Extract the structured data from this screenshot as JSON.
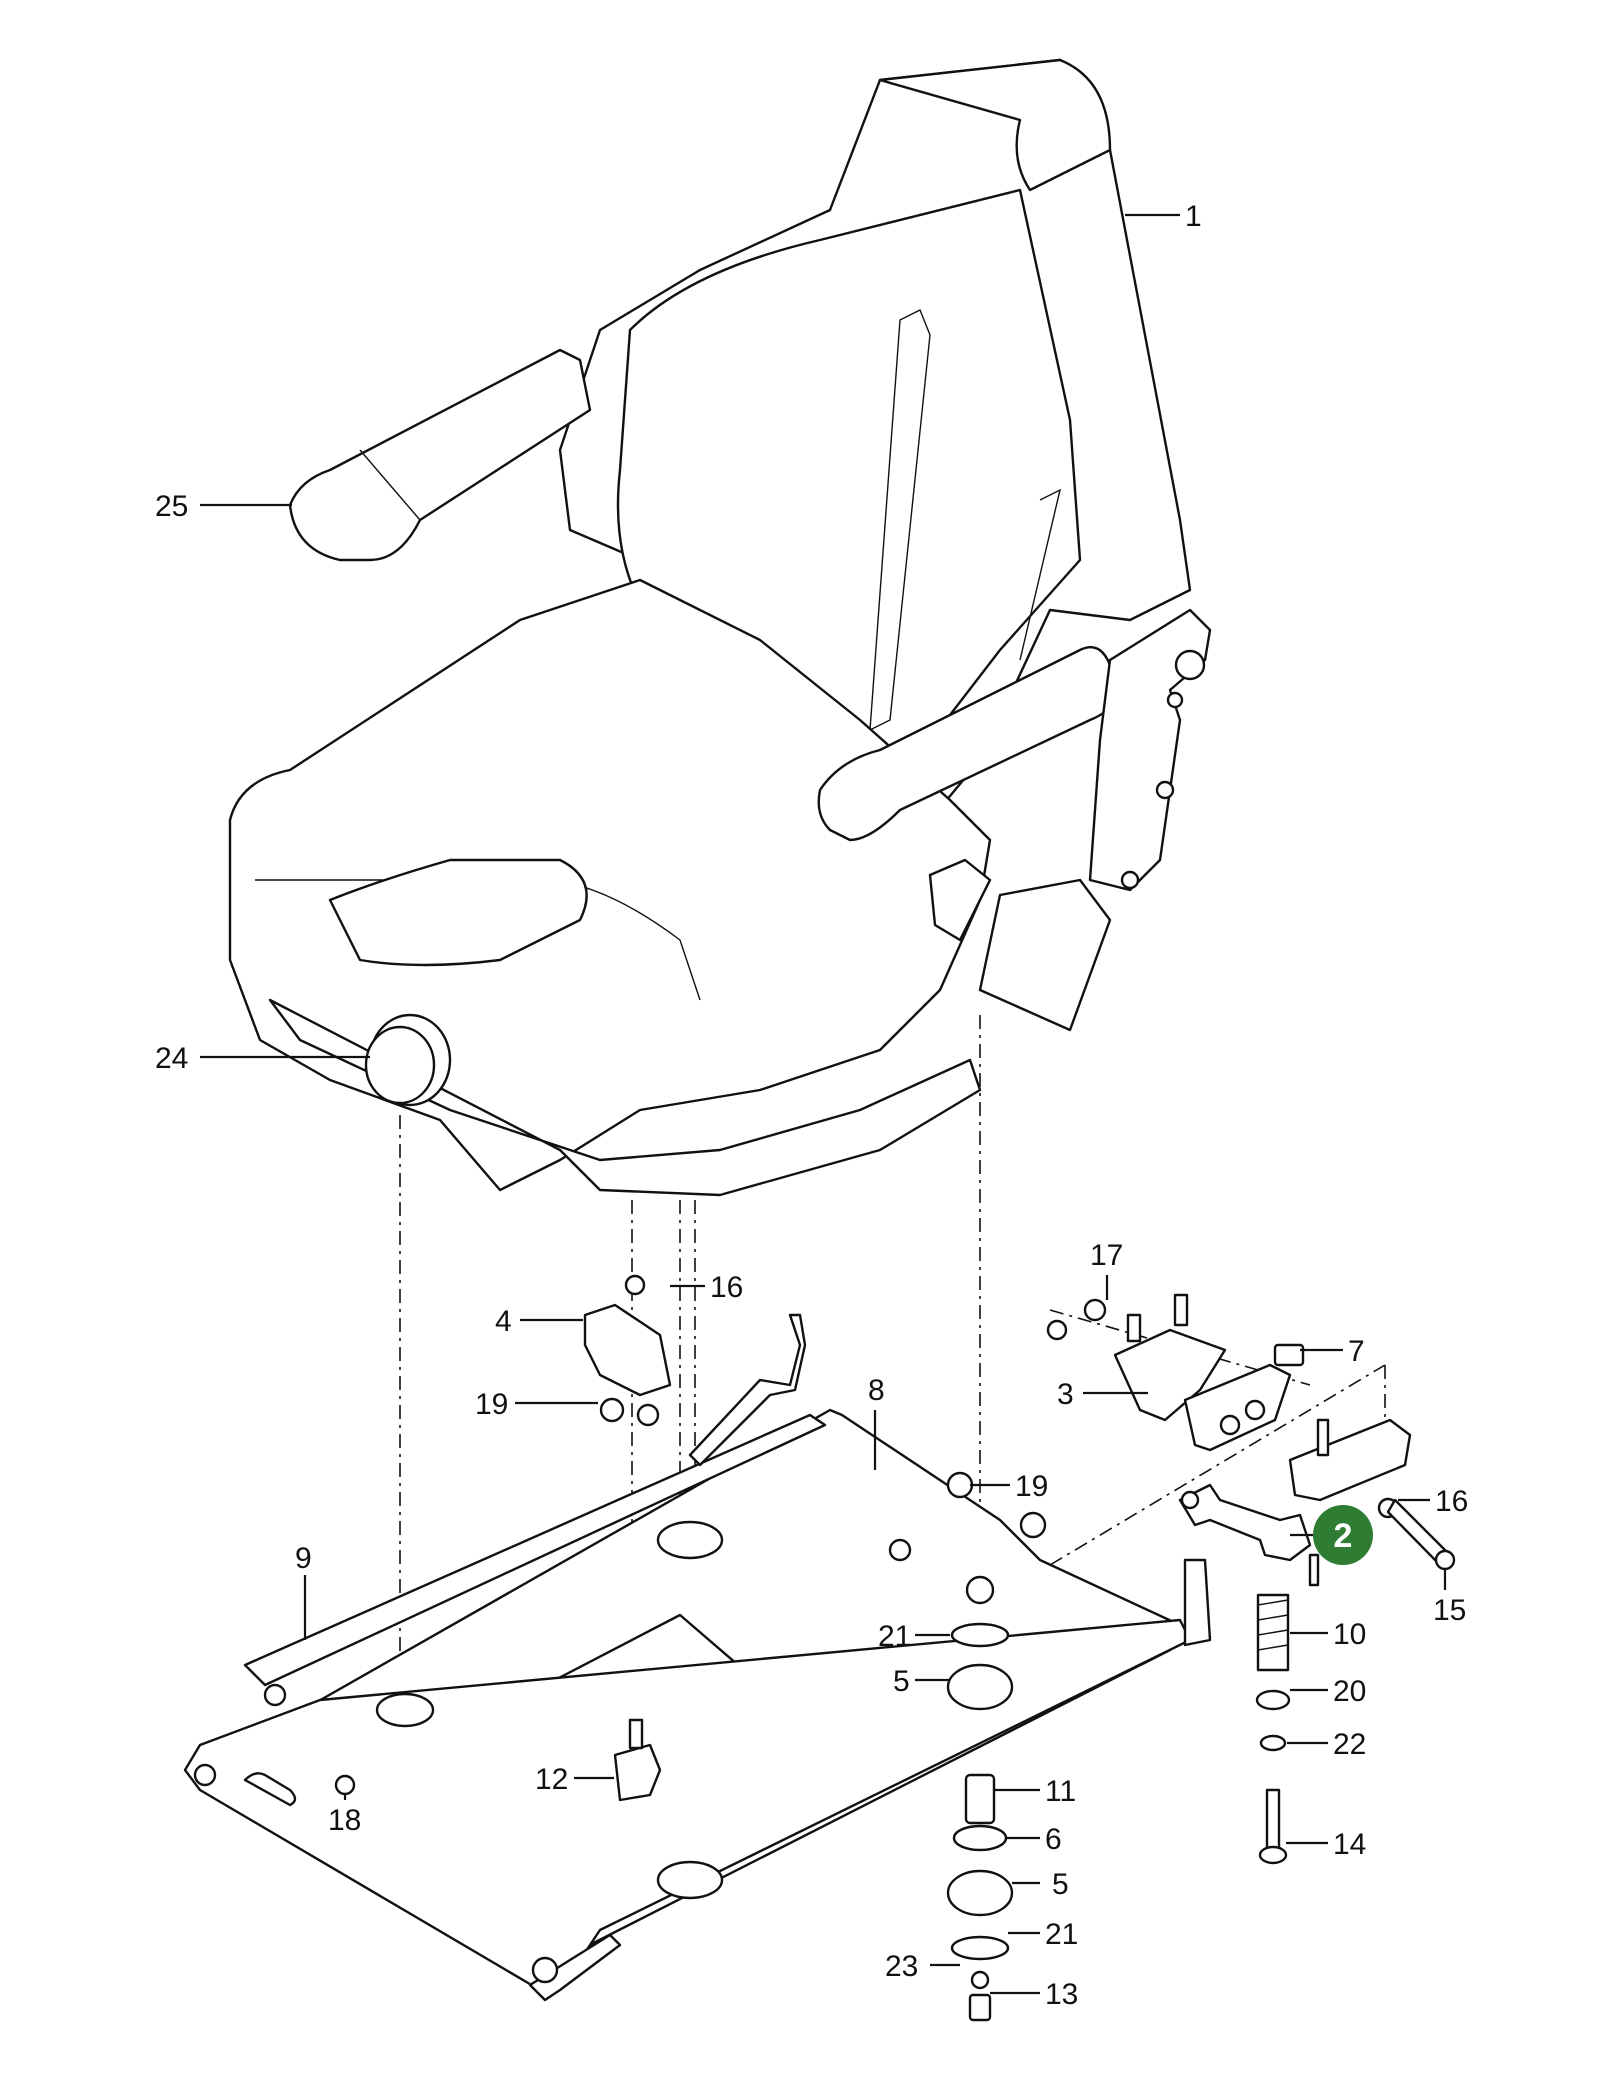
{
  "diagram": {
    "callouts": [
      {
        "id": "c1",
        "label": "1"
      },
      {
        "id": "c25",
        "label": "25"
      },
      {
        "id": "c24",
        "label": "24"
      },
      {
        "id": "c17",
        "label": "17"
      },
      {
        "id": "c16a",
        "label": "16"
      },
      {
        "id": "c4",
        "label": "4"
      },
      {
        "id": "c7",
        "label": "7"
      },
      {
        "id": "c3",
        "label": "3"
      },
      {
        "id": "c8",
        "label": "8"
      },
      {
        "id": "c19a",
        "label": "19"
      },
      {
        "id": "c19b",
        "label": "19"
      },
      {
        "id": "c16b",
        "label": "16"
      },
      {
        "id": "c9",
        "label": "9"
      },
      {
        "id": "c15",
        "label": "15"
      },
      {
        "id": "c21a",
        "label": "21"
      },
      {
        "id": "c10",
        "label": "10"
      },
      {
        "id": "c5a",
        "label": "5"
      },
      {
        "id": "c20",
        "label": "20"
      },
      {
        "id": "c22",
        "label": "22"
      },
      {
        "id": "c18",
        "label": "18"
      },
      {
        "id": "c12",
        "label": "12"
      },
      {
        "id": "c11",
        "label": "11"
      },
      {
        "id": "c6",
        "label": "6"
      },
      {
        "id": "c14",
        "label": "14"
      },
      {
        "id": "c5b",
        "label": "5"
      },
      {
        "id": "c21b",
        "label": "21"
      },
      {
        "id": "c23",
        "label": "23"
      },
      {
        "id": "c13",
        "label": "13"
      }
    ],
    "highlight": {
      "label": "2",
      "color": "#2e7d32"
    }
  }
}
